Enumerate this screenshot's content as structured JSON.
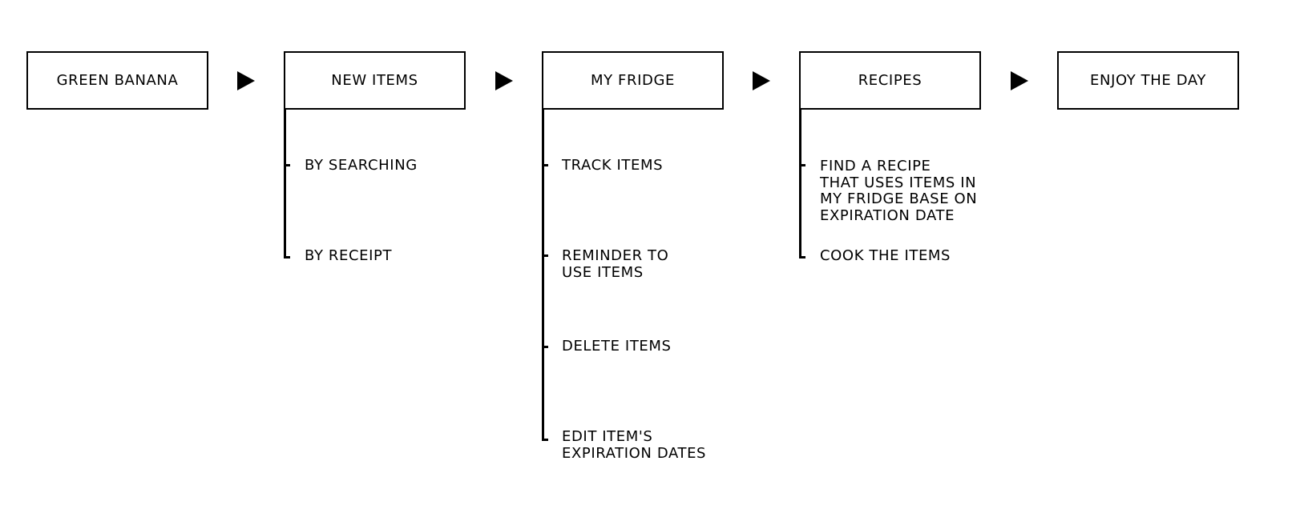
{
  "flow": {
    "steps": [
      {
        "label": "GREEN BANANA",
        "items": []
      },
      {
        "label": "NEW ITEMS",
        "items": [
          "BY SEARCHING",
          "BY RECEIPT"
        ]
      },
      {
        "label": "MY FRIDGE",
        "items": [
          "TRACK ITEMS",
          "REMINDER TO\nUSE ITEMS",
          "DELETE ITEMS",
          "EDIT ITEM'S\nEXPIRATION DATES"
        ]
      },
      {
        "label": "RECIPES",
        "items": [
          "FIND A RECIPE\nTHAT USES ITEMS IN\nMY FRIDGE BASE ON\nEXPIRATION DATE",
          "COOK THE ITEMS"
        ]
      },
      {
        "label": "ENJOY THE DAY",
        "items": []
      }
    ]
  },
  "colors": {
    "stroke": "#000000",
    "background": "#ffffff"
  },
  "icons": {
    "connector": "triangle-right-arrow-icon",
    "item_marker": "tick-mark"
  }
}
